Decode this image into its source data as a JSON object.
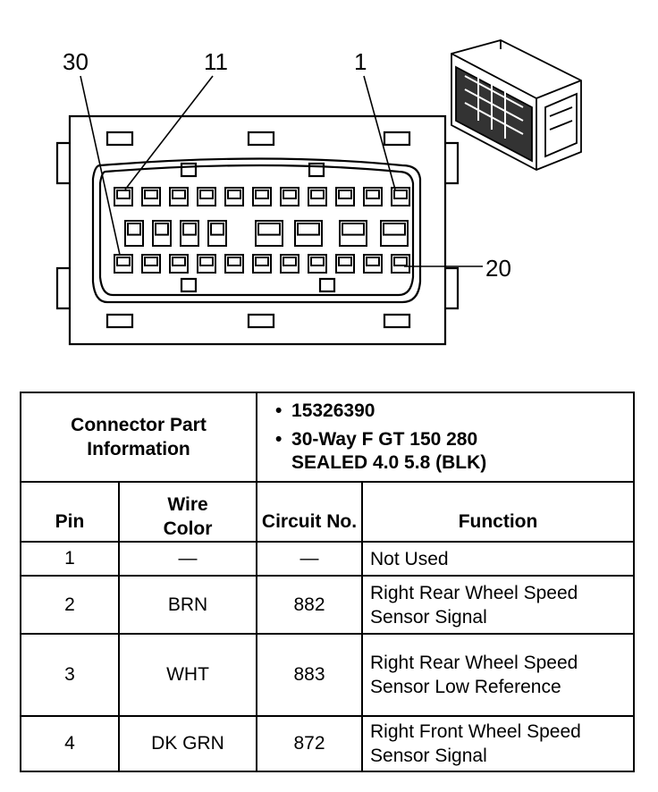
{
  "callouts": {
    "pin_30": "30",
    "pin_11": "11",
    "pin_1": "1",
    "pin_20": "20"
  },
  "connector_info": {
    "label": "Connector Part Information",
    "items": [
      "15326390",
      "30-Way F GT 150 280",
      "SEALED 4.0 5.8 (BLK)"
    ]
  },
  "columns": {
    "pin": "Pin",
    "wire_color": "Wire Color",
    "circuit_no": "Circuit No.",
    "function": "Function"
  },
  "rows": [
    {
      "pin": "1",
      "wire_color": "—",
      "circuit": "—",
      "function": "Not Used"
    },
    {
      "pin": "2",
      "wire_color": "BRN",
      "circuit": "882",
      "function": "Right Rear Wheel Speed Sensor Signal"
    },
    {
      "pin": "3",
      "wire_color": "WHT",
      "circuit": "883",
      "function": "Right Rear Wheel Speed Sensor Low Reference"
    },
    {
      "pin": "4",
      "wire_color": "DK GRN",
      "circuit": "872",
      "function": "Right Front Wheel Speed Sensor Signal"
    }
  ]
}
